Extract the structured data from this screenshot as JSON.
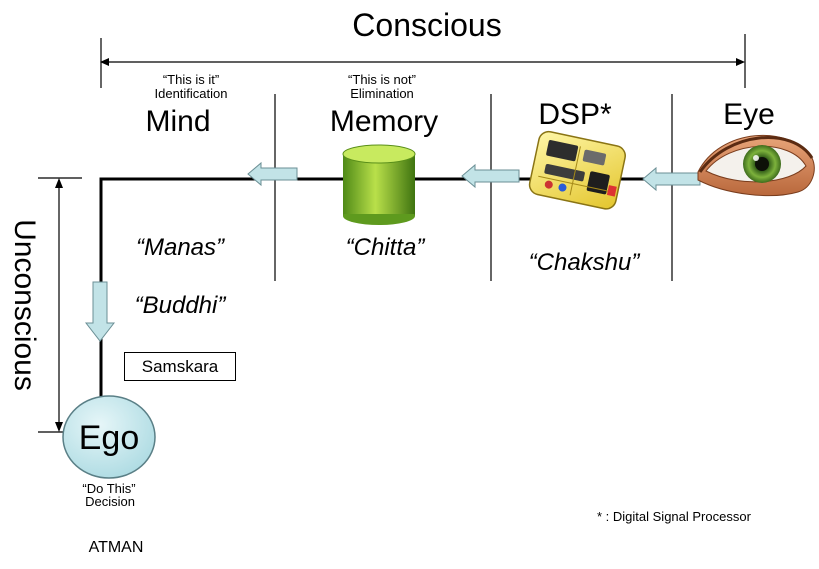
{
  "conscious": {
    "label": "Conscious"
  },
  "unconscious": {
    "label": "Unconscious"
  },
  "stages": {
    "mind": {
      "quote": "“This is it”",
      "sub": "Identification",
      "title": "Mind",
      "sanskrit": "“Manas”"
    },
    "memory": {
      "quote": "“This is not”",
      "sub": "Elimination",
      "title": "Memory",
      "sanskrit": "“Chitta”"
    },
    "dsp": {
      "title": "DSP*",
      "sanskrit": "“Chakshu”"
    },
    "eye": {
      "title": "Eye"
    }
  },
  "buddhi": "“Buddhi”",
  "samskara": "Samskara",
  "ego": {
    "label": "Ego",
    "quote": "“Do This”",
    "sub": "Decision"
  },
  "atman": "ATMAN",
  "footnote": "* : Digital Signal Processor",
  "colors": {
    "arrow_fill": "#c2e3e7",
    "arrow_stroke": "#6b8f95",
    "cylinder_light": "#b9e04a",
    "cylinder_dark": "#4f8a17",
    "ego_fill": "#c7e9ef",
    "ego_stroke": "#5a7f86"
  },
  "icons": {
    "eye": "eye-icon",
    "dsp": "circuit-board-icon",
    "memory": "cylinder-icon"
  }
}
